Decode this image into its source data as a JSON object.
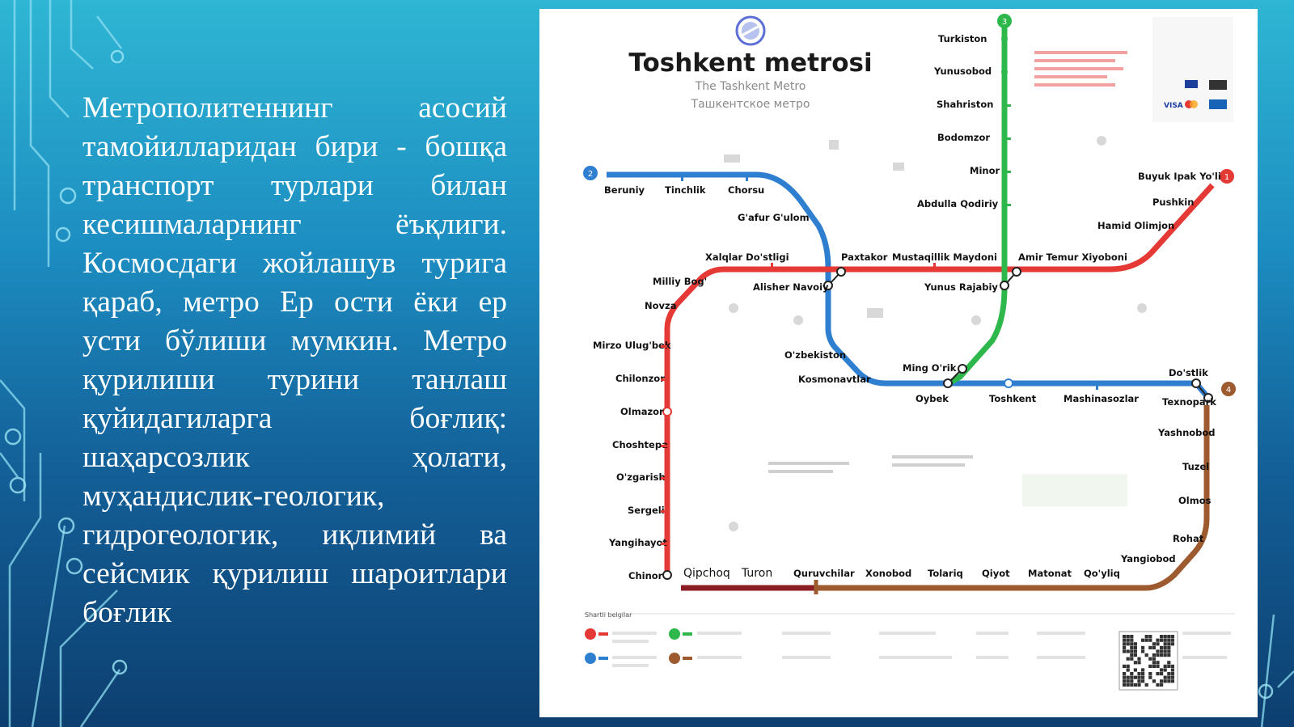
{
  "slide": {
    "paragraph": "Метрополитеннинг асосий тамойилларидан бири - бошқа транспорт турлари билан кесишмаларнинг ёъқлиги. Космосдаги жойлашув турига қараб, метро Ер ости ёки ер усти бўлиши мумкин. Метро қурилиши турини танлаш қуйидагиларга боғлиқ: шаҳарсозлик ҳолати, муҳандислик-геологик, гидрогеологик, иқлимий ва сейсмик қурилиш шароитлари боғлик"
  },
  "map": {
    "title": "Toshkent metrosi",
    "subtitle_en": "The Tashkent Metro",
    "subtitle_ru": "Ташкентское метро",
    "colors": {
      "line1": "#e53935",
      "line2": "#2f7fd1",
      "line3": "#2eb84b",
      "line4": "#9c5a2e"
    },
    "line_numbers": {
      "l1": "1",
      "l2": "2",
      "l3": "3",
      "l4": "4"
    },
    "line2_stations": [
      "Beruniy",
      "Tinchlik",
      "Chorsu",
      "G'afur G'ulom",
      "Alisher Navoiy",
      "O'zbekiston",
      "Kosmonavtlar",
      "Oybek",
      "Toshkent",
      "Mashinasozlar",
      "Do'stlik"
    ],
    "line1_stations": [
      "Buyuk Ipak Yo'li",
      "Pushkin",
      "Hamid Olimjon",
      "Amir Temur Xiyoboni",
      "Mustaqillik Maydoni",
      "Paxtakor",
      "Xalqlar Do'stligi",
      "Milliy Bog'",
      "Novza",
      "Mirzo Ulug'bek",
      "Chilonzor",
      "Olmazor",
      "Choshtepa",
      "O'zgarish",
      "Sergeli",
      "Yangihayot",
      "Chinor"
    ],
    "line3_stations": [
      "Turkiston",
      "Yunusobod",
      "Shahriston",
      "Bodomzor",
      "Minor",
      "Abdulla Qodiriy",
      "Yunus Rajabiy",
      "Ming O'rik"
    ],
    "line4_stations": [
      "Qipchoq",
      "Turon",
      "Quruvchilar",
      "Xonobod",
      "Tolariq",
      "Qiyot",
      "Matonat",
      "Qo'yliq",
      "Yangiobod",
      "Rohat",
      "Olmos",
      "Tuzel",
      "Yashnobod",
      "Texnopark"
    ],
    "legend_label": "Shartli belgilar",
    "payment": [
      "VISA"
    ]
  }
}
